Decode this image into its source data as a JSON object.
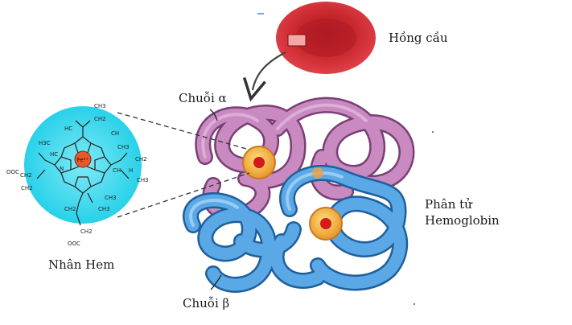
{
  "labels": {
    "red_cell": "Hồng cầu",
    "alpha_chain": "Chuỗi α",
    "beta_chain": "Chuỗi β",
    "molecule_line1": "Phân tử",
    "molecule_line2": "Hemoglobin",
    "heme": "Nhân Hem"
  },
  "heme_structure": {
    "iron": "Fe²⁺",
    "groups": [
      "CH3",
      "CH2",
      "HC",
      "H3C",
      "CH",
      "HC",
      "CH3",
      "CH",
      "H",
      "N",
      "CH2",
      "CH3",
      "CH2",
      "OOC",
      "CH2",
      "CH2",
      "CH3",
      "CH2",
      "CH3",
      "OOC"
    ]
  },
  "colors": {
    "alpha_chain": "#b070a8",
    "beta_chain": "#4a94d0",
    "heme_disc": "#34d8ee",
    "red_cell": "#c92830",
    "heme_group_ring": "#f2a640",
    "iron_core": "#d41a1a"
  }
}
